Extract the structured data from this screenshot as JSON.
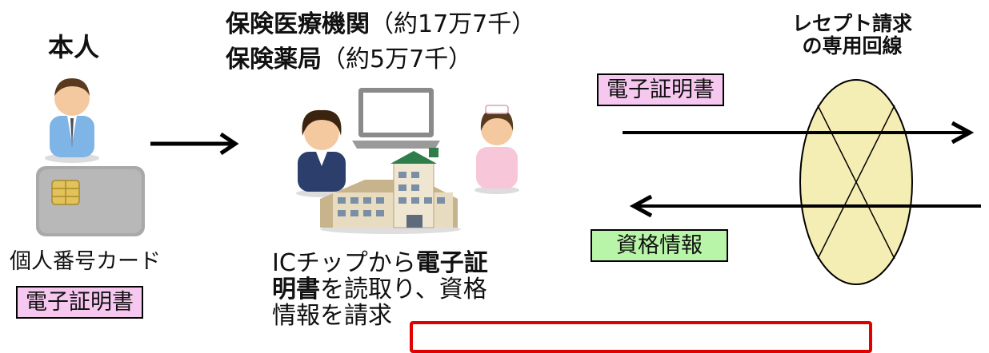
{
  "person": {
    "label": "本人",
    "card_caption": "個人番号カード",
    "cert_tag": "電子証明書"
  },
  "institution": {
    "line1_bold": "保険医療機関",
    "line1_note": "（約17万7千）",
    "line2_bold": "保険薬局",
    "line2_note": "（約5万7千）",
    "desc_plain1": "ICチップから",
    "desc_bold1": "電子証",
    "desc_bold2": "明書",
    "desc_plain2": "を読取り、資格",
    "desc_plain3": "情報を請求"
  },
  "network": {
    "title_line1": "レセプト請求",
    "title_line2": "の専用回線",
    "cert_tag": "電子証明書",
    "qual_tag": "資格情報"
  },
  "colors": {
    "pink_tag": "#f6c8f0",
    "green_tag": "#b8f5a8",
    "ellipse": "#f5eeb4",
    "highlight": "#e00000"
  },
  "icons": [
    "person-icon",
    "ic-card-icon",
    "staff-female-icon",
    "laptop-icon",
    "nurse-icon",
    "hospital-icon"
  ]
}
